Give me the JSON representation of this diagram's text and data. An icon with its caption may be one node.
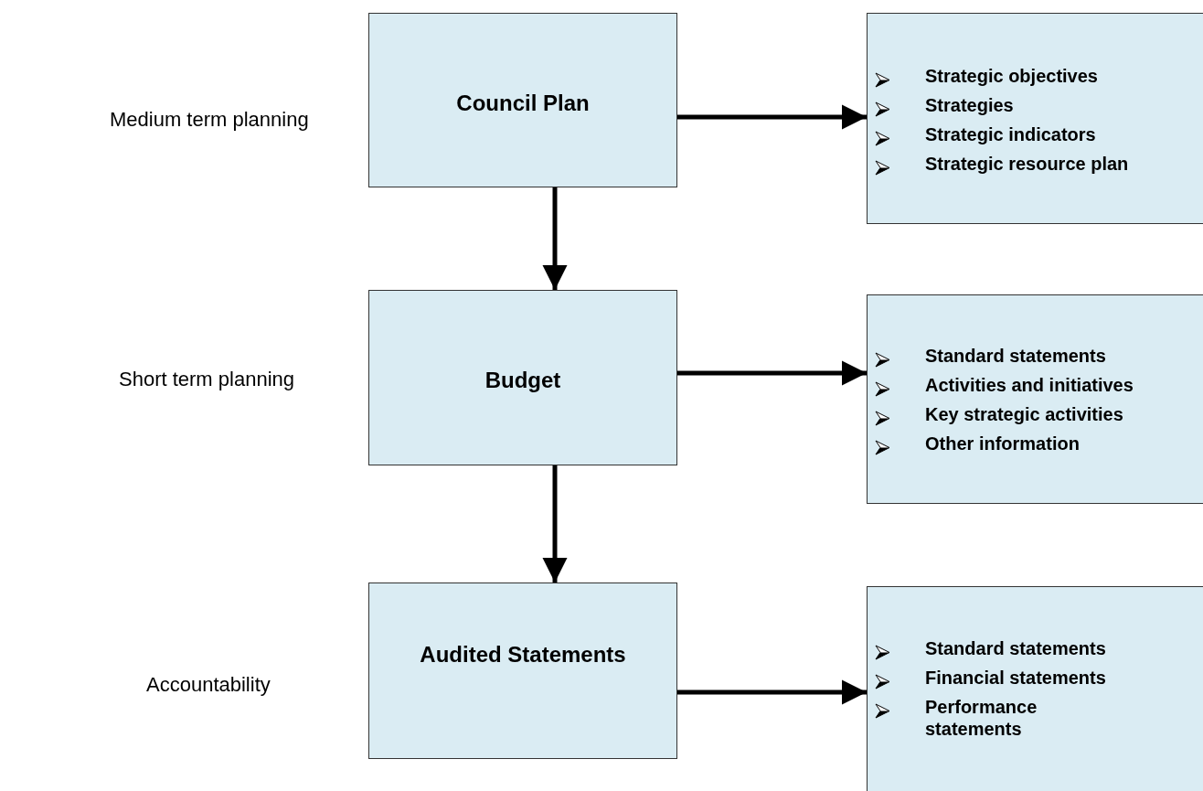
{
  "diagram": {
    "nodes": [
      {
        "text": [
          "Council Plan"
        ]
      },
      {
        "text": [
          "Strategic objectives",
          "Strategies",
          "Strategic indicators",
          "Strategic resource plan"
        ]
      },
      {
        "text": [
          "Budget"
        ]
      },
      {
        "text": [
          "Standard statements",
          "Activities and initiatives",
          "Key strategic activities",
          "Other information"
        ]
      },
      {
        "text": [
          "Audited Statements"
        ]
      },
      {
        "text": [
          "Standard statements",
          "Financial statements",
          "Performance statements"
        ]
      }
    ],
    "edges": [
      {
        "from": 0,
        "to": 1,
        "arrow": "to"
      },
      {
        "from": 0,
        "to": 2,
        "arrow": "to"
      },
      {
        "from": 2,
        "to": 3,
        "arrow": "to"
      },
      {
        "from": 2,
        "to": 4,
        "arrow": "to"
      },
      {
        "from": 4,
        "to": 5,
        "arrow": "to"
      }
    ],
    "labels": [
      "Medium term planning",
      "Short term planning",
      "Accountability"
    ]
  }
}
